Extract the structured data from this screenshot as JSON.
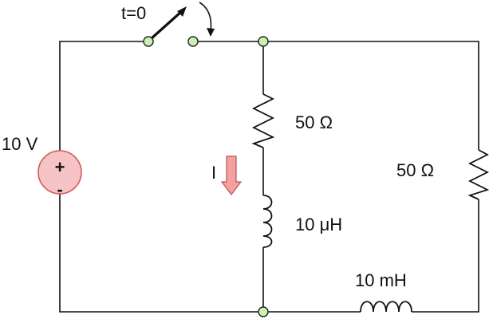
{
  "switch": {
    "label": "t=0"
  },
  "source": {
    "label": "10 V",
    "plus": "+",
    "minus": "-"
  },
  "current": {
    "label": "I"
  },
  "resistor_middle": {
    "label": "50 Ω"
  },
  "inductor_middle": {
    "label": "10 μH"
  },
  "resistor_right": {
    "label": "50 Ω"
  },
  "inductor_bottom": {
    "label": "10 mH"
  },
  "colors": {
    "wire": "#111111",
    "node": "#c9f1b4",
    "source_fill": "#f6c4c4",
    "source_stroke": "#d05a5a",
    "current_arrow": "#f2a0a0"
  }
}
